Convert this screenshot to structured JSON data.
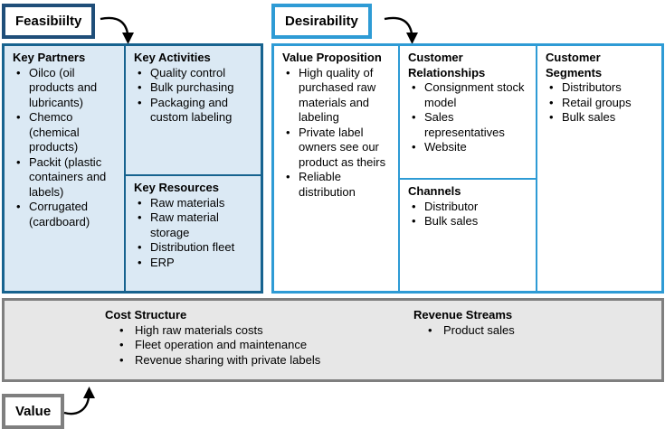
{
  "labels": {
    "feasibility": "Feasibiilty",
    "desirability": "Desirability",
    "value": "Value"
  },
  "canvas": {
    "key_partners": {
      "title": "Key Partners",
      "items": [
        "Oilco (oil products and lubricants)",
        "Chemco (chemical products)",
        "Packit (plastic containers and labels)",
        "Corrugated (cardboard)"
      ]
    },
    "key_activities": {
      "title": "Key Activities",
      "items": [
        "Quality control",
        "Bulk purchasing",
        "Packaging and custom labeling"
      ]
    },
    "key_resources": {
      "title": "Key Resources",
      "items": [
        "Raw materials",
        "Raw material storage",
        "Distribution fleet",
        "ERP"
      ]
    },
    "value_proposition": {
      "title": "Value Proposition",
      "items": [
        "High quality of purchased raw materials and labeling",
        "Private label owners see our product as theirs",
        "Reliable distribution"
      ]
    },
    "customer_relationships": {
      "title": "Customer Relationships",
      "items": [
        "Consignment stock model",
        "Sales representatives",
        "Website"
      ]
    },
    "channels": {
      "title": "Channels",
      "items": [
        "Distributor",
        "Bulk sales"
      ]
    },
    "customer_segments": {
      "title": "Customer Segments",
      "items": [
        "Distributors",
        "Retail groups",
        "Bulk sales"
      ]
    },
    "cost_structure": {
      "title": "Cost Structure",
      "items": [
        "High raw materials costs",
        "Fleet operation and maintenance",
        "Revenue sharing with private labels"
      ]
    },
    "revenue_streams": {
      "title": "Revenue Streams",
      "items": [
        "Product sales"
      ]
    }
  },
  "colors": {
    "feasibility_border": "#1f4e79",
    "desirability_border": "#2e9bd5",
    "left_block_border": "#17638f",
    "left_block_fill": "#dbe9f4",
    "right_block_border": "#2e9bd5",
    "bottom_block_border": "#7f7f7f",
    "bottom_block_fill": "#e7e7e7",
    "arrow": "#000000"
  }
}
